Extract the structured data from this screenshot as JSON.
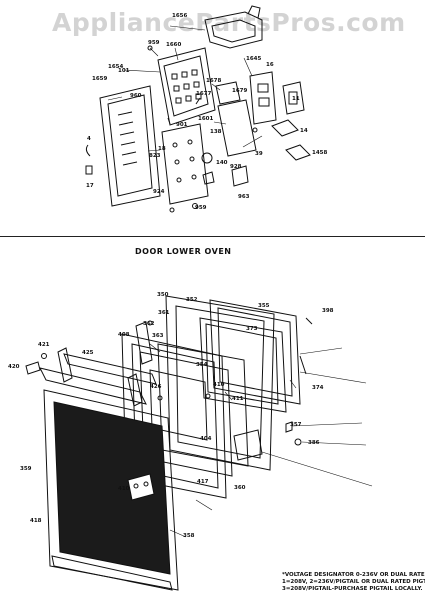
{
  "watermark": "AppliancePartsPros.com",
  "section_title": "DOOR LOWER OVEN",
  "footnote": [
    "*VOLTAGE DESIGNATOR 0-236V OR DUAL RATED,",
    "1=208V, 2=236V/PIGTAIL OR DUAL RATED PIGTAIL,",
    "3=208V/PIGTAIL-PURCHASE PIGTAIL LOCALLY."
  ],
  "top_labels": [
    "1656",
    "959",
    "1660",
    "1654",
    "1659",
    "101",
    "1678",
    "1677",
    "1645",
    "16",
    "960",
    "1679",
    "11",
    "901",
    "1601",
    "4",
    "138",
    "14",
    "823",
    "17",
    "18",
    "140",
    "928",
    "39",
    "1458",
    "924",
    "963",
    "959"
  ],
  "bottom_labels": [
    "350",
    "352",
    "355",
    "398",
    "361",
    "362",
    "373",
    "408",
    "363",
    "421",
    "425",
    "354",
    "420",
    "410",
    "374",
    "411",
    "426",
    "404",
    "386",
    "357",
    "359",
    "417",
    "360",
    "410",
    "418",
    "358"
  ]
}
